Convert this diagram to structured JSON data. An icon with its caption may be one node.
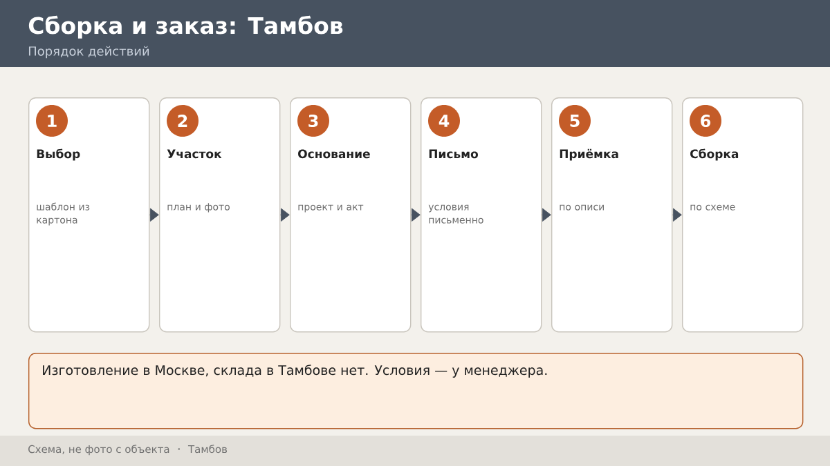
{
  "diagram": {
    "title": "Сборка и заказ: Тамбов",
    "nodes": [
      {
        "text": [
          "Выбор",
          "шаблон из картона"
        ]
      },
      {
        "text": [
          "1"
        ],
        "in": 0
      },
      {
        "text": [
          "Участок",
          "план и фото"
        ]
      },
      {
        "text": [
          "2"
        ],
        "in": 2
      },
      {
        "text": [
          "Основание",
          "проект и акт"
        ]
      },
      {
        "text": [
          "3"
        ],
        "in": 4
      },
      {
        "text": [
          "Письмо",
          "условия письменно"
        ]
      },
      {
        "text": [
          "4"
        ],
        "in": 6
      },
      {
        "text": [
          "Приёмка",
          "по описи"
        ]
      },
      {
        "text": [
          "5"
        ],
        "in": 8
      },
      {
        "text": [
          "Сборка",
          "по схеме"
        ]
      },
      {
        "text": [
          "6"
        ],
        "in": 10
      },
      {
        "text": [
          "Изготовление в Москве, склада в Тамбове нет. Условия — у менеджера."
        ]
      }
    ],
    "edges": [
      {
        "from": 0,
        "to": 2,
        "arrow": "to"
      },
      {
        "from": 2,
        "to": 4,
        "arrow": "to"
      },
      {
        "from": 4,
        "to": 6,
        "arrow": "to"
      },
      {
        "from": 6,
        "to": 8,
        "arrow": "to"
      },
      {
        "from": 8,
        "to": 10,
        "arrow": "to"
      }
    ],
    "labels": [
      "Порядок действий",
      "Схема, не фото с объекта",
      "Тамбов"
    ]
  }
}
